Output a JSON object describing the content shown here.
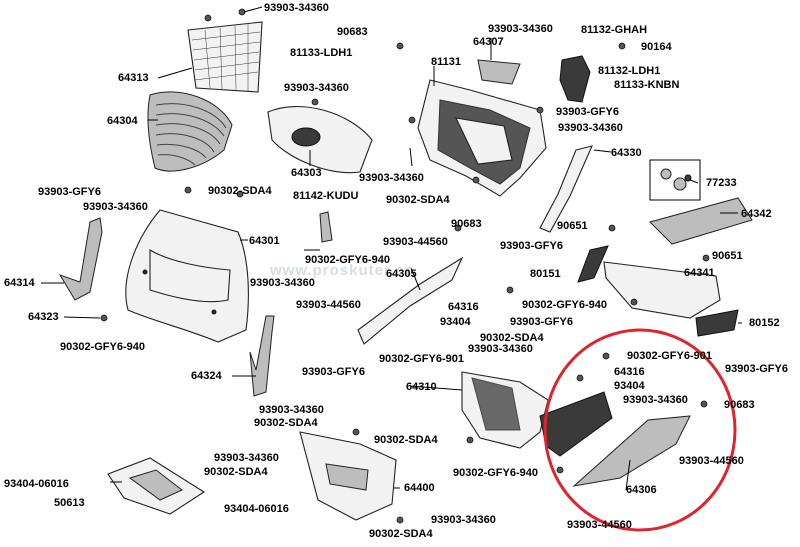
{
  "watermark": "www.proskuter.cz",
  "highlight_color": "#e0242b",
  "labels": [
    {
      "id": "l1",
      "text": "93903-34360"
    },
    {
      "id": "l2",
      "text": "90683"
    },
    {
      "id": "l3",
      "text": "81133-LDH1"
    },
    {
      "id": "l4",
      "text": "93903-34360"
    },
    {
      "id": "l5",
      "text": "64307"
    },
    {
      "id": "l6",
      "text": "81132-GHAH"
    },
    {
      "id": "l7",
      "text": "90164"
    },
    {
      "id": "l8",
      "text": "64313"
    },
    {
      "id": "l9",
      "text": "81131"
    },
    {
      "id": "l10",
      "text": "81132-LDH1"
    },
    {
      "id": "l11",
      "text": "81133-KNBN"
    },
    {
      "id": "l12",
      "text": "93903-34360"
    },
    {
      "id": "l13",
      "text": "93903-GFY6"
    },
    {
      "id": "l14",
      "text": "64304"
    },
    {
      "id": "l15",
      "text": "93903-34360"
    },
    {
      "id": "l16",
      "text": "64303"
    },
    {
      "id": "l17",
      "text": "64330"
    },
    {
      "id": "l18",
      "text": "93903-34360"
    },
    {
      "id": "l19",
      "text": "77233"
    },
    {
      "id": "l20",
      "text": "93903-GFY6"
    },
    {
      "id": "l21",
      "text": "90302-SDA4"
    },
    {
      "id": "l22",
      "text": "81142-KUDU"
    },
    {
      "id": "l23",
      "text": "90302-SDA4"
    },
    {
      "id": "l24",
      "text": "93903-34360"
    },
    {
      "id": "l25",
      "text": "64342"
    },
    {
      "id": "l26",
      "text": "90683"
    },
    {
      "id": "l27",
      "text": "90651"
    },
    {
      "id": "l28",
      "text": "64301"
    },
    {
      "id": "l29",
      "text": "93903-44560"
    },
    {
      "id": "l30",
      "text": "93903-GFY6"
    },
    {
      "id": "l31",
      "text": "90651"
    },
    {
      "id": "l32",
      "text": "90302-GFY6-940"
    },
    {
      "id": "l33",
      "text": "64305"
    },
    {
      "id": "l34",
      "text": "80151"
    },
    {
      "id": "l35",
      "text": "64341"
    },
    {
      "id": "l36",
      "text": "64314"
    },
    {
      "id": "l37",
      "text": "93903-34360"
    },
    {
      "id": "l38",
      "text": "64316"
    },
    {
      "id": "l39",
      "text": "90302-GFY6-940"
    },
    {
      "id": "l40",
      "text": "93903-44560"
    },
    {
      "id": "l41",
      "text": "93404"
    },
    {
      "id": "l42",
      "text": "93903-GFY6"
    },
    {
      "id": "l43",
      "text": "80152"
    },
    {
      "id": "l44",
      "text": "64323"
    },
    {
      "id": "l45",
      "text": "90302-SDA4"
    },
    {
      "id": "l46",
      "text": "93903-34360"
    },
    {
      "id": "l47",
      "text": "90302-GFY6-940"
    },
    {
      "id": "l48",
      "text": "90302-GFY6-901"
    },
    {
      "id": "l49",
      "text": "90302-GFY6-901"
    },
    {
      "id": "l50",
      "text": "93903-GFY6"
    },
    {
      "id": "l51",
      "text": "64324"
    },
    {
      "id": "l52",
      "text": "93903-GFY6"
    },
    {
      "id": "l53",
      "text": "64316"
    },
    {
      "id": "l54",
      "text": "64310"
    },
    {
      "id": "l55",
      "text": "93404"
    },
    {
      "id": "l56",
      "text": "93903-34360"
    },
    {
      "id": "l57",
      "text": "90683"
    },
    {
      "id": "l58",
      "text": "93903-34360"
    },
    {
      "id": "l59",
      "text": "90302-SDA4"
    },
    {
      "id": "l60",
      "text": "90302-SDA4"
    },
    {
      "id": "l61",
      "text": "93903-34360"
    },
    {
      "id": "l62",
      "text": "93903-44560"
    },
    {
      "id": "l63",
      "text": "90302-SDA4"
    },
    {
      "id": "l64",
      "text": "90302-GFY6-940"
    },
    {
      "id": "l65",
      "text": "93404-06016"
    },
    {
      "id": "l66",
      "text": "64400"
    },
    {
      "id": "l67",
      "text": "64306"
    },
    {
      "id": "l68",
      "text": "50613"
    },
    {
      "id": "l69",
      "text": "93404-06016"
    },
    {
      "id": "l70",
      "text": "93903-34360"
    },
    {
      "id": "l71",
      "text": "93903-44560"
    },
    {
      "id": "l72",
      "text": "90302-SDA4"
    }
  ]
}
